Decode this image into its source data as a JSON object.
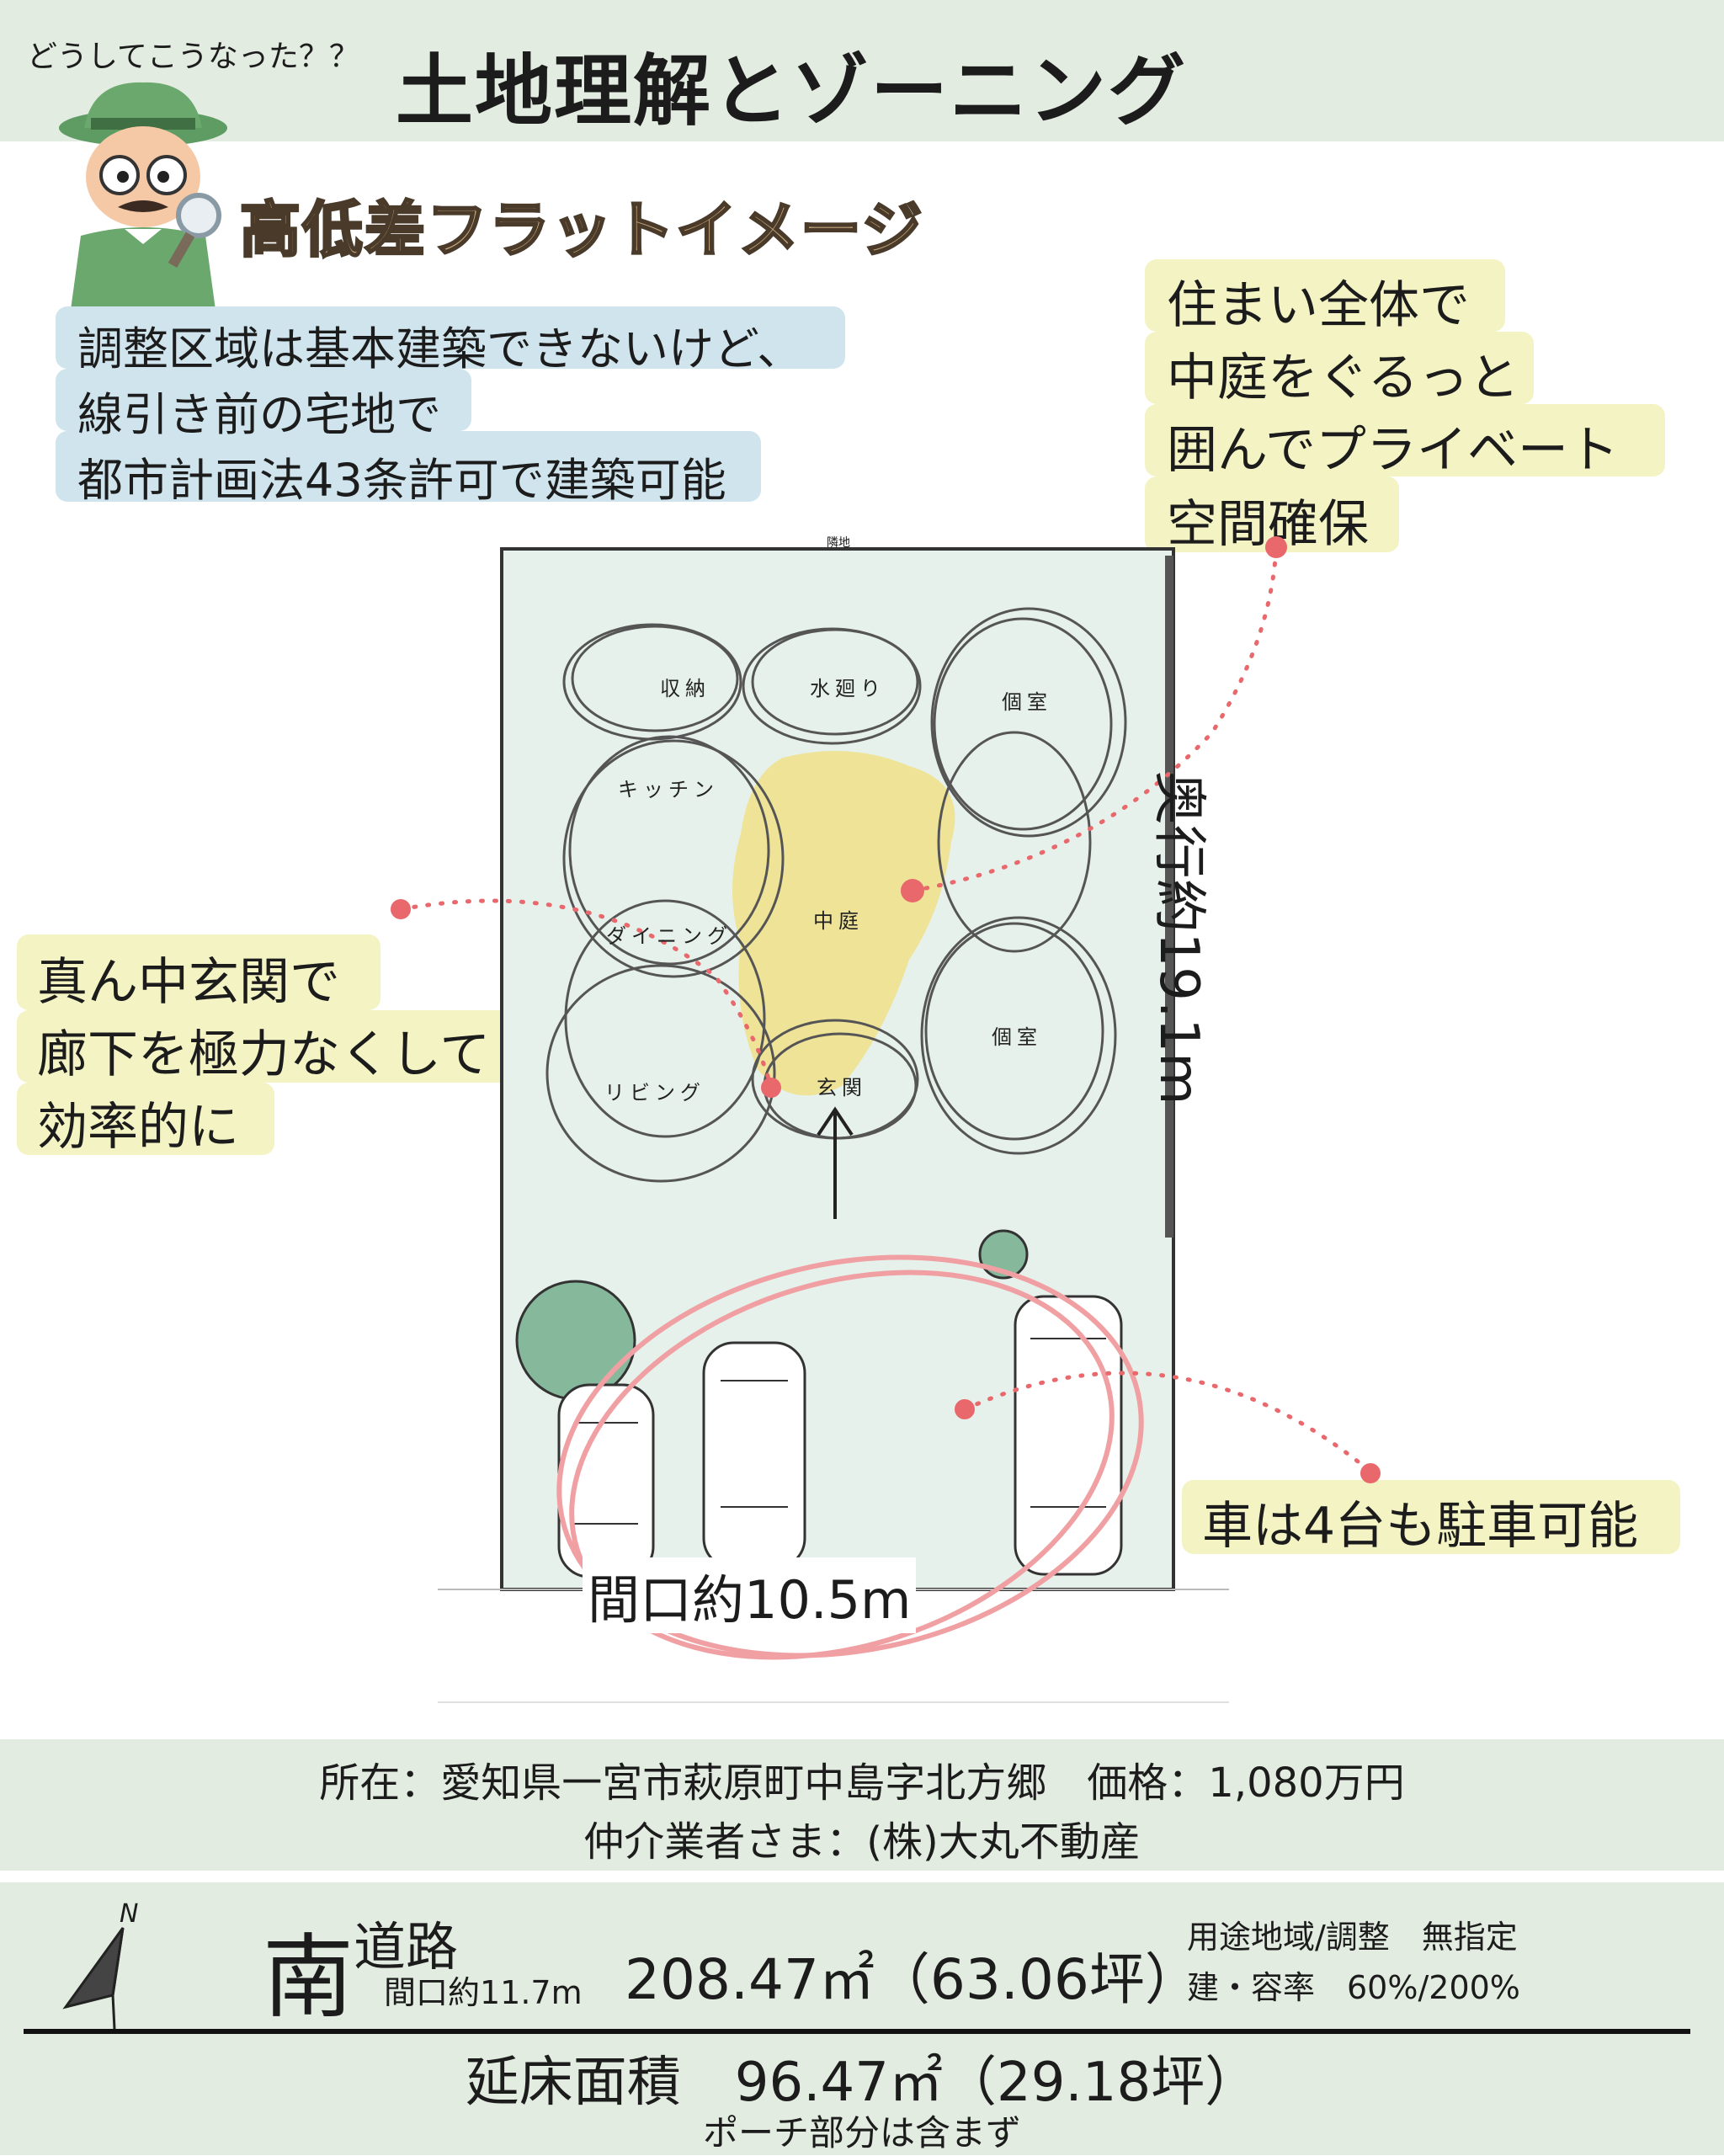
{
  "header": {
    "kicker": "どうしてこうなった？？",
    "title": "土地理解とゾーニング",
    "subtitle": "高低差フラットイメージ"
  },
  "notes": {
    "blue": [
      "調整区域は基本建築できないけど、",
      "線引き前の宅地で",
      "都市計画法43条許可で建築可能"
    ],
    "courtyard": [
      "住まい全体で",
      "中庭をぐるっと",
      "囲んでプライベート",
      "空間確保"
    ],
    "entrance": [
      "真ん中玄関で",
      "廊下を極力なくして",
      "効率的に"
    ],
    "parking": "車は4台も駐車可能"
  },
  "plan": {
    "neighbor_label": "隣地",
    "depth_label": "奥行約19.1m",
    "frontage_label": "間口約10.5m",
    "rooms": {
      "storage": "収納",
      "water": "水廻り",
      "private_top": "個室",
      "kitchen": "キッチン",
      "courtyard": "中庭",
      "dining": "ダイニング",
      "living": "リビング",
      "entrance": "玄関",
      "private_bottom": "個室"
    }
  },
  "info": {
    "location": "所在：愛知県一宮市萩原町中島字北方郷　価格：1,080万円",
    "broker": "仲介業者さま：(株)大丸不動産"
  },
  "specs": {
    "compass_label": "N",
    "road_direction": "南",
    "road_label": "道路",
    "road_frontage": "間口約11.7m",
    "area": "208.47㎡（63.06坪）",
    "zoning": "用途地域/調整　無指定",
    "coverage": "建・容率　60%/200%",
    "floor_area": "延床面積　96.47㎡（29.18坪）",
    "floor_note": "ポーチ部分は含まず"
  },
  "colors": {
    "band": "#e3ece1",
    "blue_highlight": "#cfe4ec",
    "yellow_highlight": "#f3f3c4",
    "courtyard_fill": "#f0e08a",
    "marker": "#e8686c",
    "parking_ring": "#f0a0a2",
    "plan_fill": "#e7f1ec",
    "tree": "#86b89c"
  }
}
